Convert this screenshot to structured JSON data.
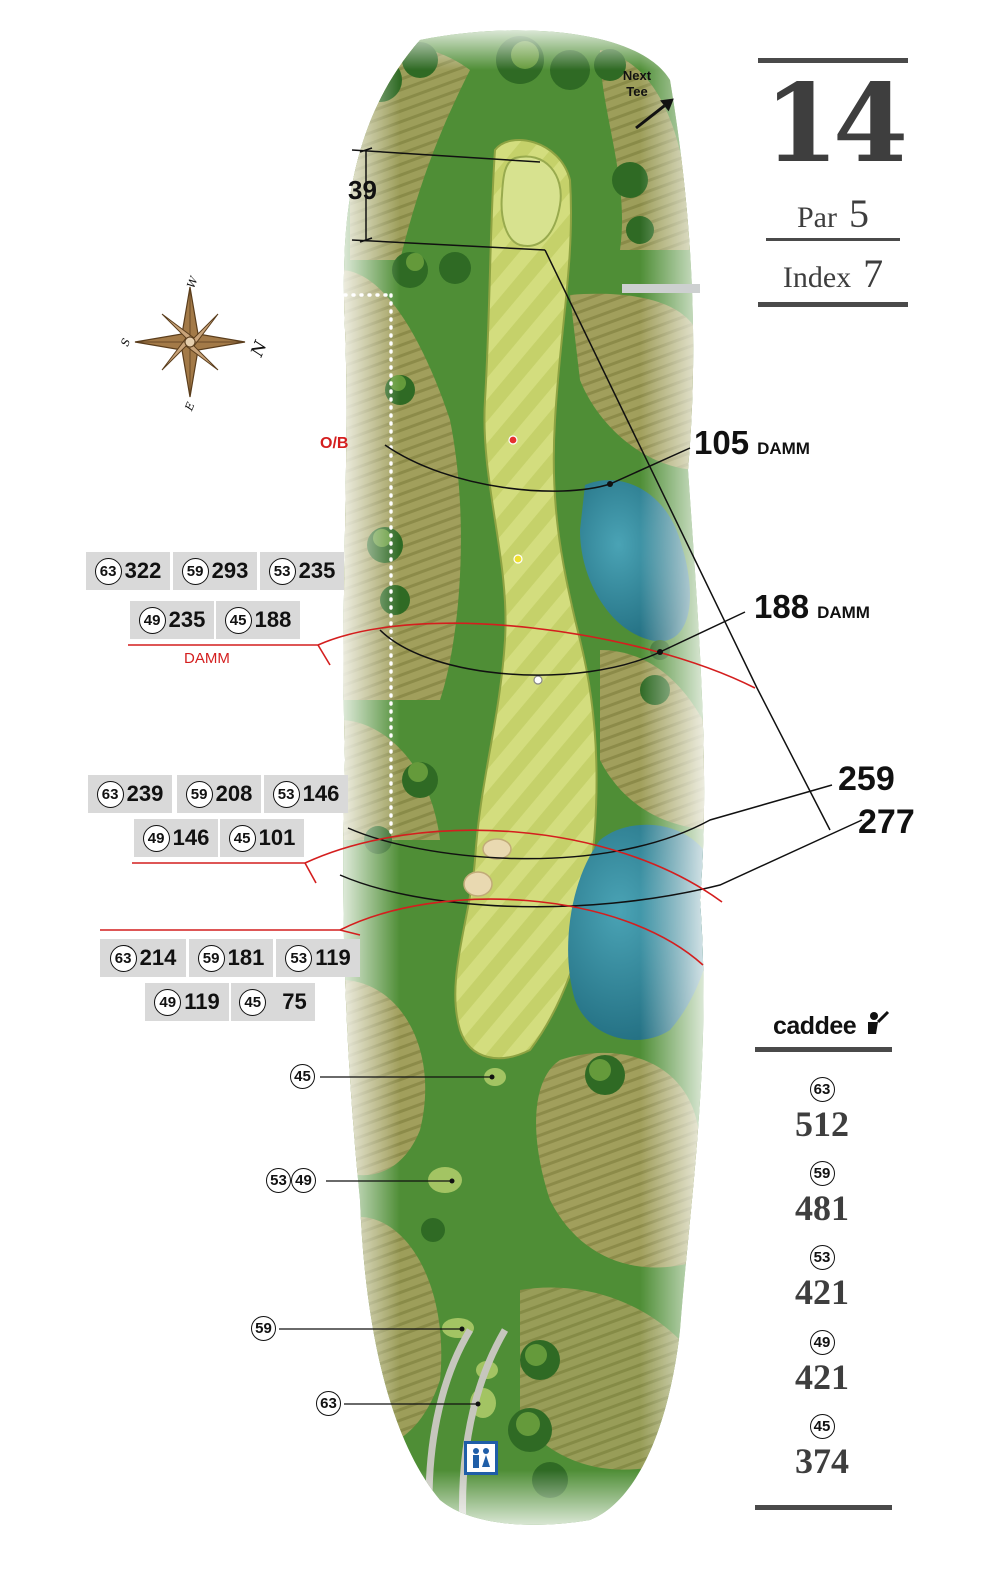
{
  "hole": {
    "number": "14",
    "par_label": "Par",
    "par": "5",
    "index_label": "Index",
    "index": "7"
  },
  "next_tee": {
    "line1": "Next",
    "line2": "Tee"
  },
  "compass": {
    "north": "N",
    "south": "S",
    "east": "E",
    "west": "W"
  },
  "out_of_bounds": "O/B",
  "green_depth": "39",
  "carry_distances": [
    {
      "value": "105",
      "unit": "DAMM"
    },
    {
      "value": "188",
      "unit": "DAMM"
    },
    {
      "value": "259",
      "unit": ""
    },
    {
      "value": "277",
      "unit": ""
    }
  ],
  "layup_sets": [
    {
      "label": "DAMM",
      "rows": [
        [
          {
            "tee": "63",
            "yards": "322"
          },
          {
            "tee": "59",
            "yards": "293"
          },
          {
            "tee": "53",
            "yards": "235"
          }
        ],
        [
          {
            "tee": "49",
            "yards": "235"
          },
          {
            "tee": "45",
            "yards": "188"
          }
        ]
      ]
    },
    {
      "label": "",
      "rows": [
        [
          {
            "tee": "63",
            "yards": "239"
          },
          {
            "tee": "59",
            "yards": "208"
          },
          {
            "tee": "53",
            "yards": "146"
          }
        ],
        [
          {
            "tee": "49",
            "yards": "146"
          },
          {
            "tee": "45",
            "yards": "101"
          }
        ]
      ]
    },
    {
      "label": "",
      "rows": [
        [
          {
            "tee": "63",
            "yards": "214"
          },
          {
            "tee": "59",
            "yards": "181"
          },
          {
            "tee": "53",
            "yards": "119"
          }
        ],
        [
          {
            "tee": "49",
            "yards": "119"
          },
          {
            "tee": "45",
            "yards": "75"
          }
        ]
      ]
    }
  ],
  "tee_callouts": [
    [
      "45"
    ],
    [
      "53",
      "49"
    ],
    [
      "59"
    ],
    [
      "63"
    ]
  ],
  "brand": "caddee",
  "hole_lengths": [
    {
      "tee": "63",
      "length": "512"
    },
    {
      "tee": "59",
      "length": "481"
    },
    {
      "tee": "53",
      "length": "421"
    },
    {
      "tee": "49",
      "length": "421"
    },
    {
      "tee": "45",
      "length": "374"
    }
  ],
  "restroom_icon": "restroom-icon",
  "colors": {
    "fairway": "#c8d46c",
    "rough": "#4f8e36",
    "deep_rough": "#a99a58",
    "water": "#2c7f93",
    "hazard_line": "#d41e1e",
    "pin": "#e53030",
    "panel_text": "#3e3e3e"
  }
}
